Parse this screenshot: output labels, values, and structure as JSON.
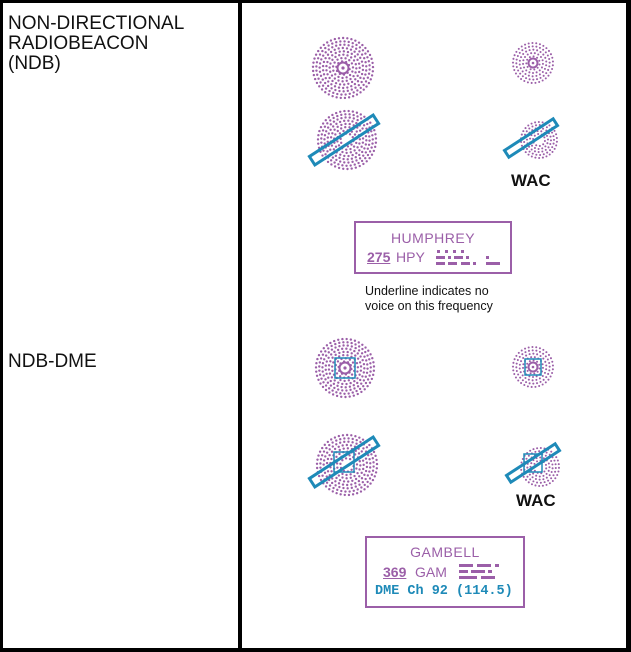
{
  "rows": [
    {
      "label_lines": [
        "NON-DIRECTIONAL",
        "RADIOBEACON",
        "(NDB)"
      ]
    },
    {
      "label_lines": [
        "NDB-DME"
      ]
    }
  ],
  "wac_label": "WAC",
  "ndb_box": {
    "name": "HUMPHREY",
    "frequency": "275",
    "identifier": "HPY"
  },
  "note": {
    "line1": "Underline indicates no",
    "line2": "voice on this frequency"
  },
  "ndbdme_box": {
    "name": "GAMBELL",
    "frequency": "369",
    "identifier": "GAM",
    "dme_text": "DME  Ch 92 (114.5)"
  },
  "colors": {
    "magenta": "#9b5fa8",
    "blue": "#1e8ab8"
  }
}
